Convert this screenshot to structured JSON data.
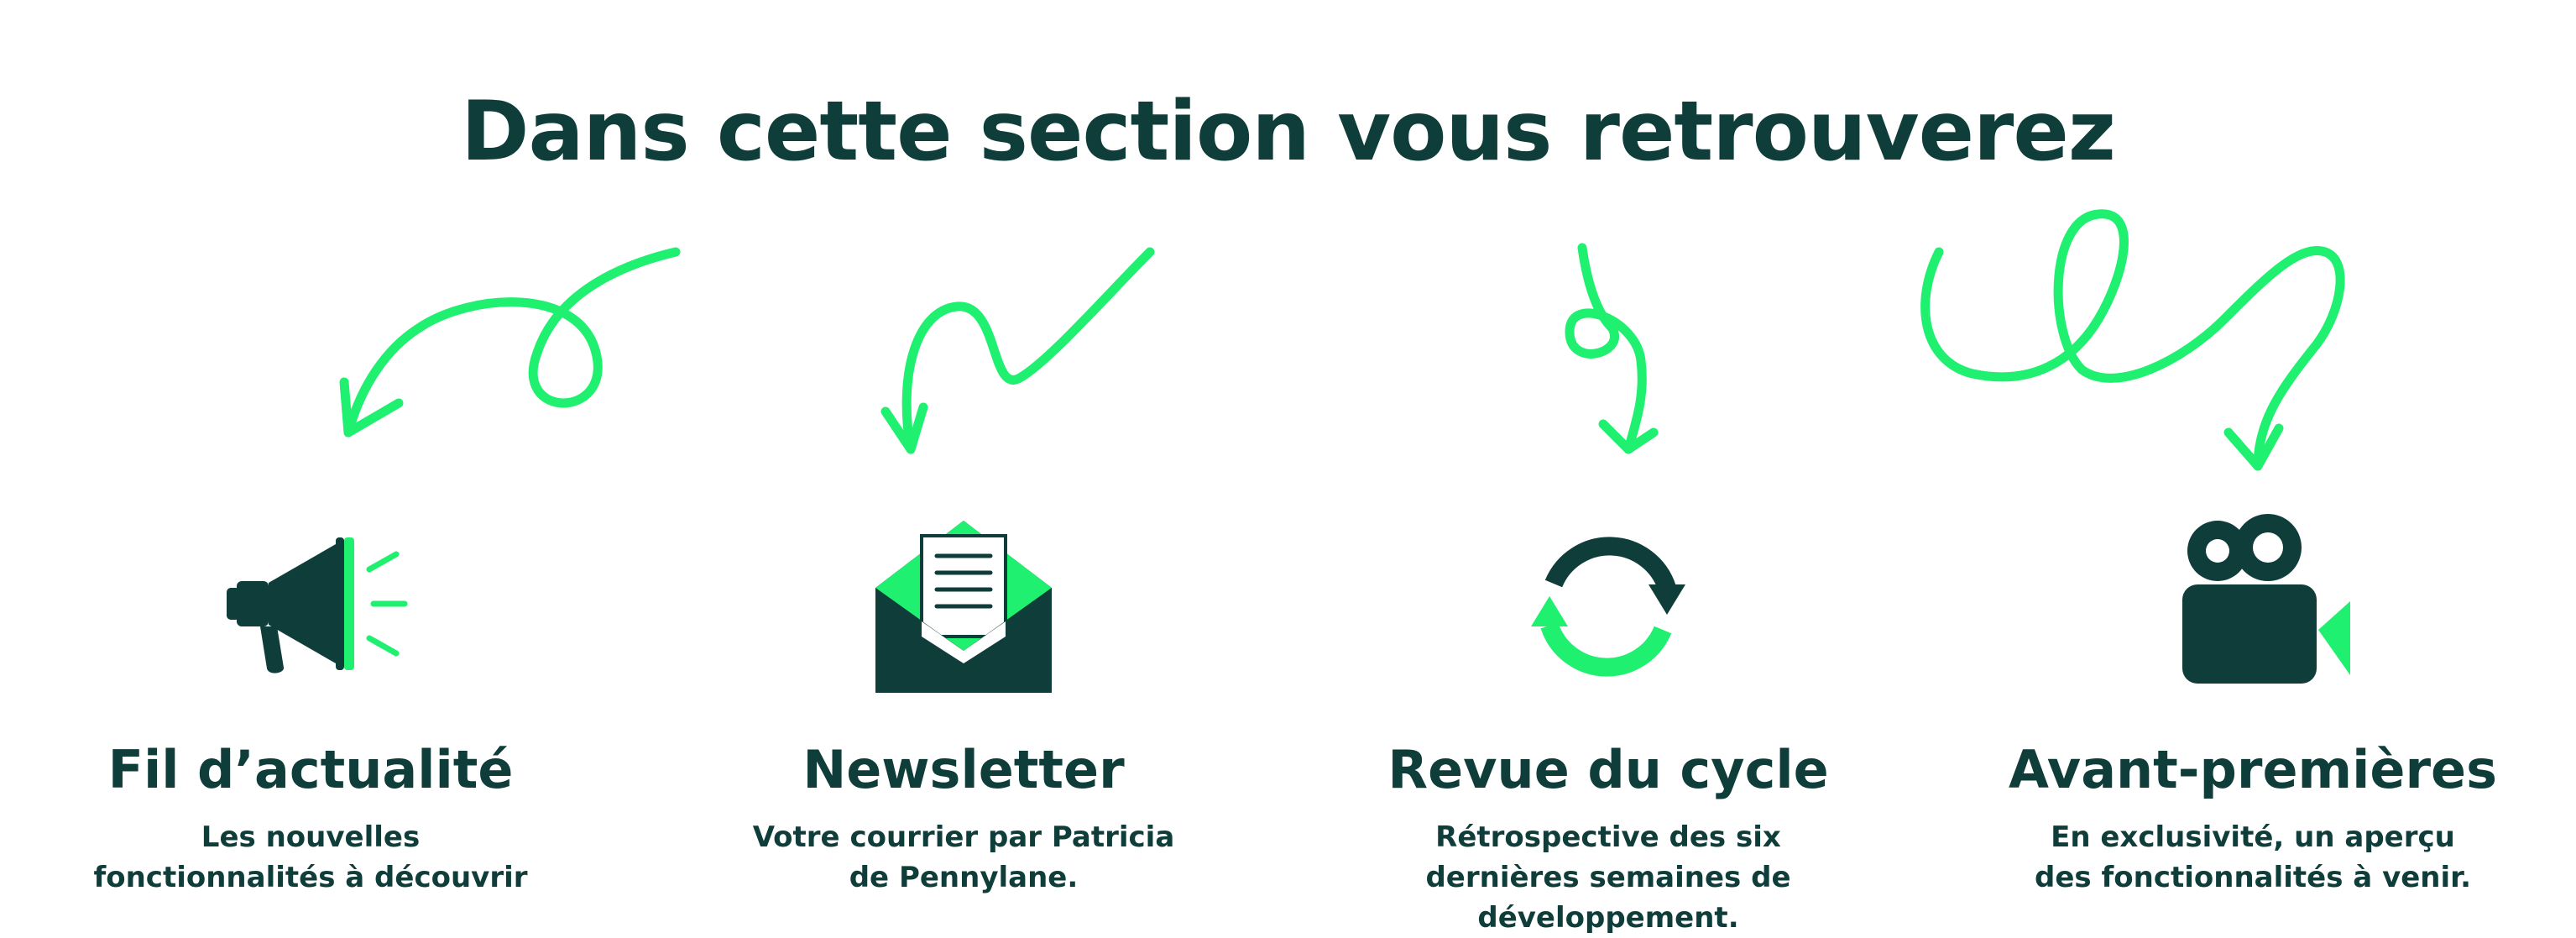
{
  "title": "Dans cette section vous retrouverez",
  "colors": {
    "dark": "#0f3d3a",
    "accent": "#1ff06f",
    "background": "#ffffff"
  },
  "features": [
    {
      "icon": "megaphone-icon",
      "label": "Fil d’actualité",
      "description": "Les nouvelles fonctionnalités à découvrir"
    },
    {
      "icon": "envelope-icon",
      "label": "Newsletter",
      "description": "Votre courrier par Patricia de Pennylane."
    },
    {
      "icon": "cycle-arrows-icon",
      "label": "Revue du cycle",
      "description": "Rétrospective des six dernières semaines de développement."
    },
    {
      "icon": "video-camera-icon",
      "label": "Avant-premières",
      "description": "En exclusivité, un aperçu des fonctionnalités à venir."
    }
  ]
}
